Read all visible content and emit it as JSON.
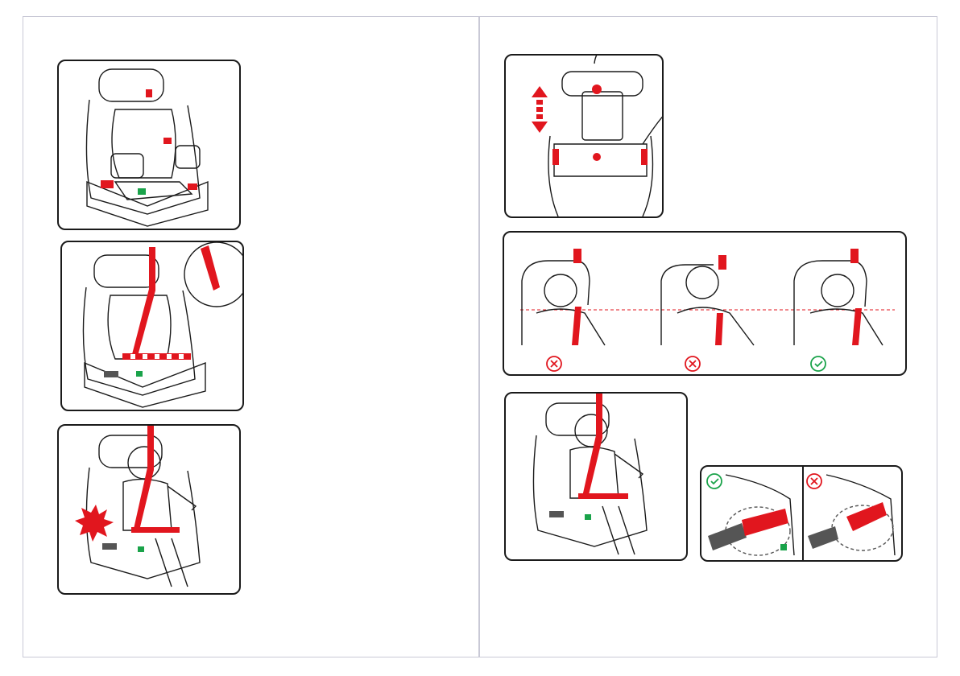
{
  "document": {
    "pages": [
      {
        "id": "left",
        "panels": [
          "booster-seat-overview",
          "belt-routing-diagram",
          "child-seated-with-belt"
        ]
      },
      {
        "id": "right",
        "panels": [
          "headrest-height-adjust",
          "shoulder-belt-position-check",
          "child-belted-in-seat",
          "buckle-position-check"
        ]
      }
    ]
  },
  "symbols": {
    "arrow": "double-arrow-up-down-icon",
    "wrong": "x-circle-icon",
    "correct": "check-circle-icon",
    "burst": "starburst-icon"
  },
  "colors": {
    "belt": "#e1161e",
    "outline": "#1a1a1a",
    "correct": "#1aa34a",
    "wrong": "#e1161e",
    "page_border": "#c9c9d6"
  },
  "shoulder_check": {
    "marks": [
      "wrong",
      "wrong",
      "correct"
    ]
  },
  "buckle_check": {
    "marks": [
      "correct",
      "wrong"
    ]
  }
}
